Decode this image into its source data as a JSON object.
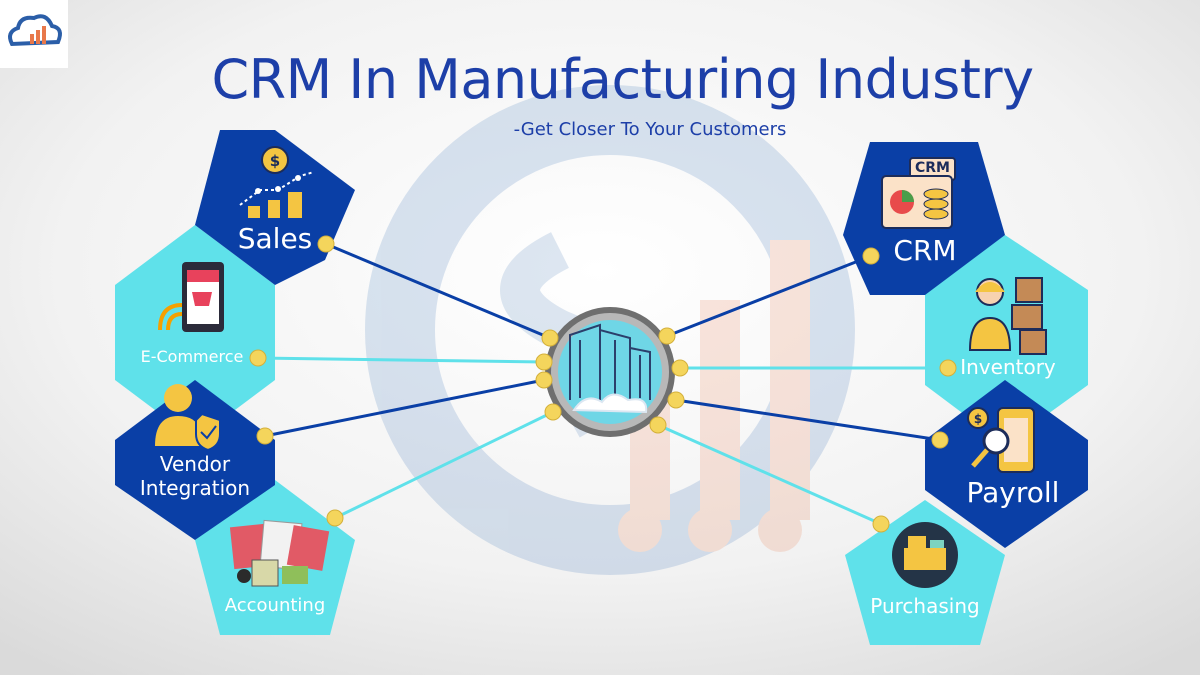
{
  "title": "CRM In Manufacturing Industry",
  "subtitle": "-Get Closer To Your Customers",
  "colors": {
    "dark_blue": "#0a3fa6",
    "light_cyan": "#5fe1ea",
    "title_blue": "#1d3fa8",
    "connector_yellow": "#f4d55c"
  },
  "left_modules": [
    {
      "label": "Sales",
      "icon": "sales-growth-icon"
    },
    {
      "label": "E-Commerce",
      "icon": "ecommerce-store-icon"
    },
    {
      "label": "Vendor Integration",
      "label_lines": [
        "Vendor",
        "Integration"
      ],
      "icon": "vendor-shield-icon"
    },
    {
      "label": "Accounting",
      "icon": "accounting-documents-icon"
    }
  ],
  "right_modules": [
    {
      "label": "CRM",
      "icon": "crm-dashboard-icon",
      "badge": "CRM"
    },
    {
      "label": "Inventory",
      "icon": "inventory-worker-icon"
    },
    {
      "label": "Payroll",
      "icon": "payroll-phone-icon"
    },
    {
      "label": "Purchasing",
      "icon": "cash-register-icon"
    }
  ],
  "center_hub": {
    "icon": "factory-cloud-icon"
  }
}
